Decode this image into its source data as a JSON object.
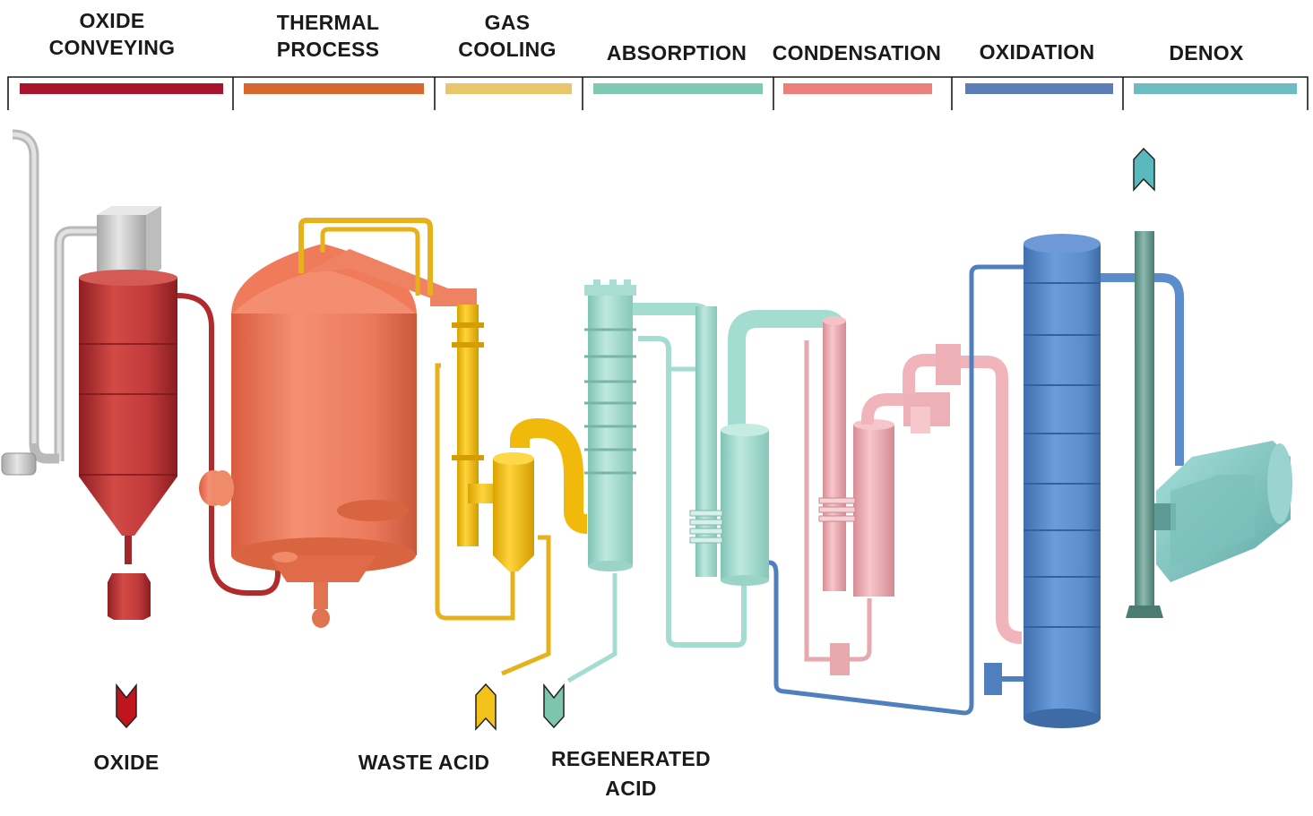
{
  "stages": [
    {
      "id": "oxide-conveying",
      "lines": [
        "OXIDE",
        "CONVEYING"
      ],
      "color": "#a8142b"
    },
    {
      "id": "thermal-process",
      "lines": [
        "THERMAL",
        "PROCESS"
      ],
      "color": "#d5672f"
    },
    {
      "id": "gas-cooling",
      "lines": [
        "GAS",
        "COOLING"
      ],
      "color": "#e8c66a"
    },
    {
      "id": "absorption",
      "lines": [
        "ABSORPTION"
      ],
      "color": "#7fc8b1"
    },
    {
      "id": "condensation",
      "lines": [
        "CONDENSATION"
      ],
      "color": "#ec7f7b"
    },
    {
      "id": "oxidation",
      "lines": [
        "OXIDATION"
      ],
      "color": "#5b7eb8"
    },
    {
      "id": "denox",
      "lines": [
        "DENOX"
      ],
      "color": "#6cbcc4"
    }
  ],
  "streams": [
    {
      "id": "oxide",
      "lines": [
        "OXIDE"
      ],
      "color": "#c0141f",
      "direction": "out"
    },
    {
      "id": "waste-acid",
      "lines": [
        "WASTE ACID"
      ],
      "color": "#f2c21b",
      "direction": "in"
    },
    {
      "id": "regenerated-acid",
      "lines": [
        "REGENERATED",
        "ACID"
      ],
      "color": "#7dc6ad",
      "direction": "out"
    },
    {
      "id": "exhaust",
      "lines": [],
      "color": "#5ab9bd",
      "direction": "up"
    }
  ],
  "equipment_colors": {
    "steel": "#cfcfcf",
    "oxide": "#c23b3b",
    "thermal": "#ec7a5d",
    "cooling": "#f2c21b",
    "absorption": "#a3dcd0",
    "condensation": "#efaeb5",
    "oxidation": "#5b8dcc",
    "denox": "#6e9e94",
    "denox_unit": "#8ccfcb"
  }
}
